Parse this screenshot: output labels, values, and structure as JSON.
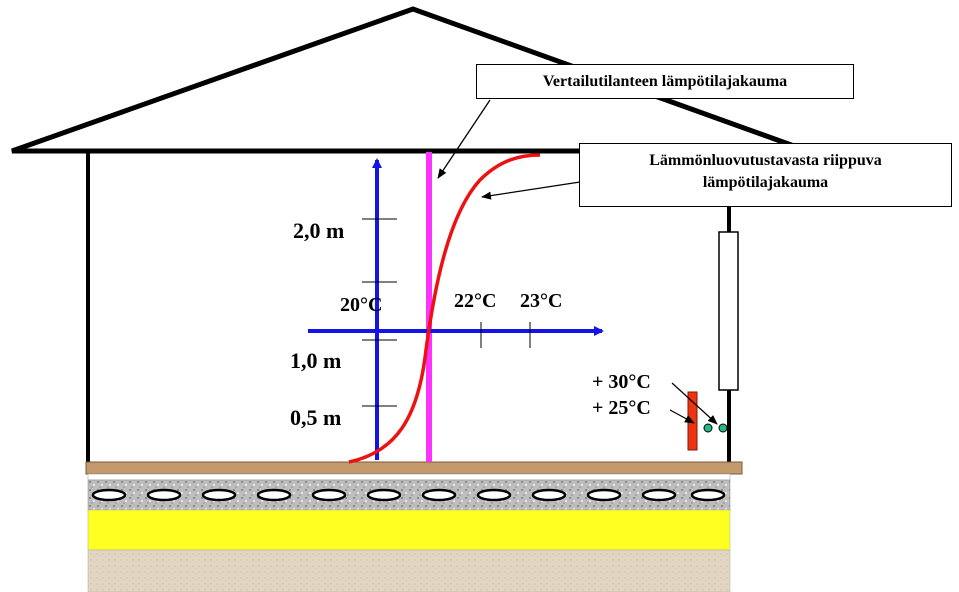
{
  "callouts": {
    "reference": "Vertailutilanteen lämpötilajakauma",
    "dependent_line1": "Lämmönluovutustavasta riippuva",
    "dependent_line2": "lämpötilajakauma"
  },
  "height_labels": [
    "2,0 m",
    "1,0 m",
    "0,5 m"
  ],
  "temperature_labels": [
    "20°C",
    "22°C",
    "23°C"
  ],
  "radiator_labels": [
    "+ 30°C",
    "+ 25°C"
  ],
  "colors": {
    "axis": "#1414e6",
    "reference_line": "#ff33ff",
    "distribution_curve": "#ee1111",
    "floor_wood": "#c49a6c",
    "insulation": "#ffff22",
    "ground": "#e2d6c2",
    "concrete": "#b8b8b8",
    "heater": "#ee3311",
    "sensor": "#22bb88"
  }
}
